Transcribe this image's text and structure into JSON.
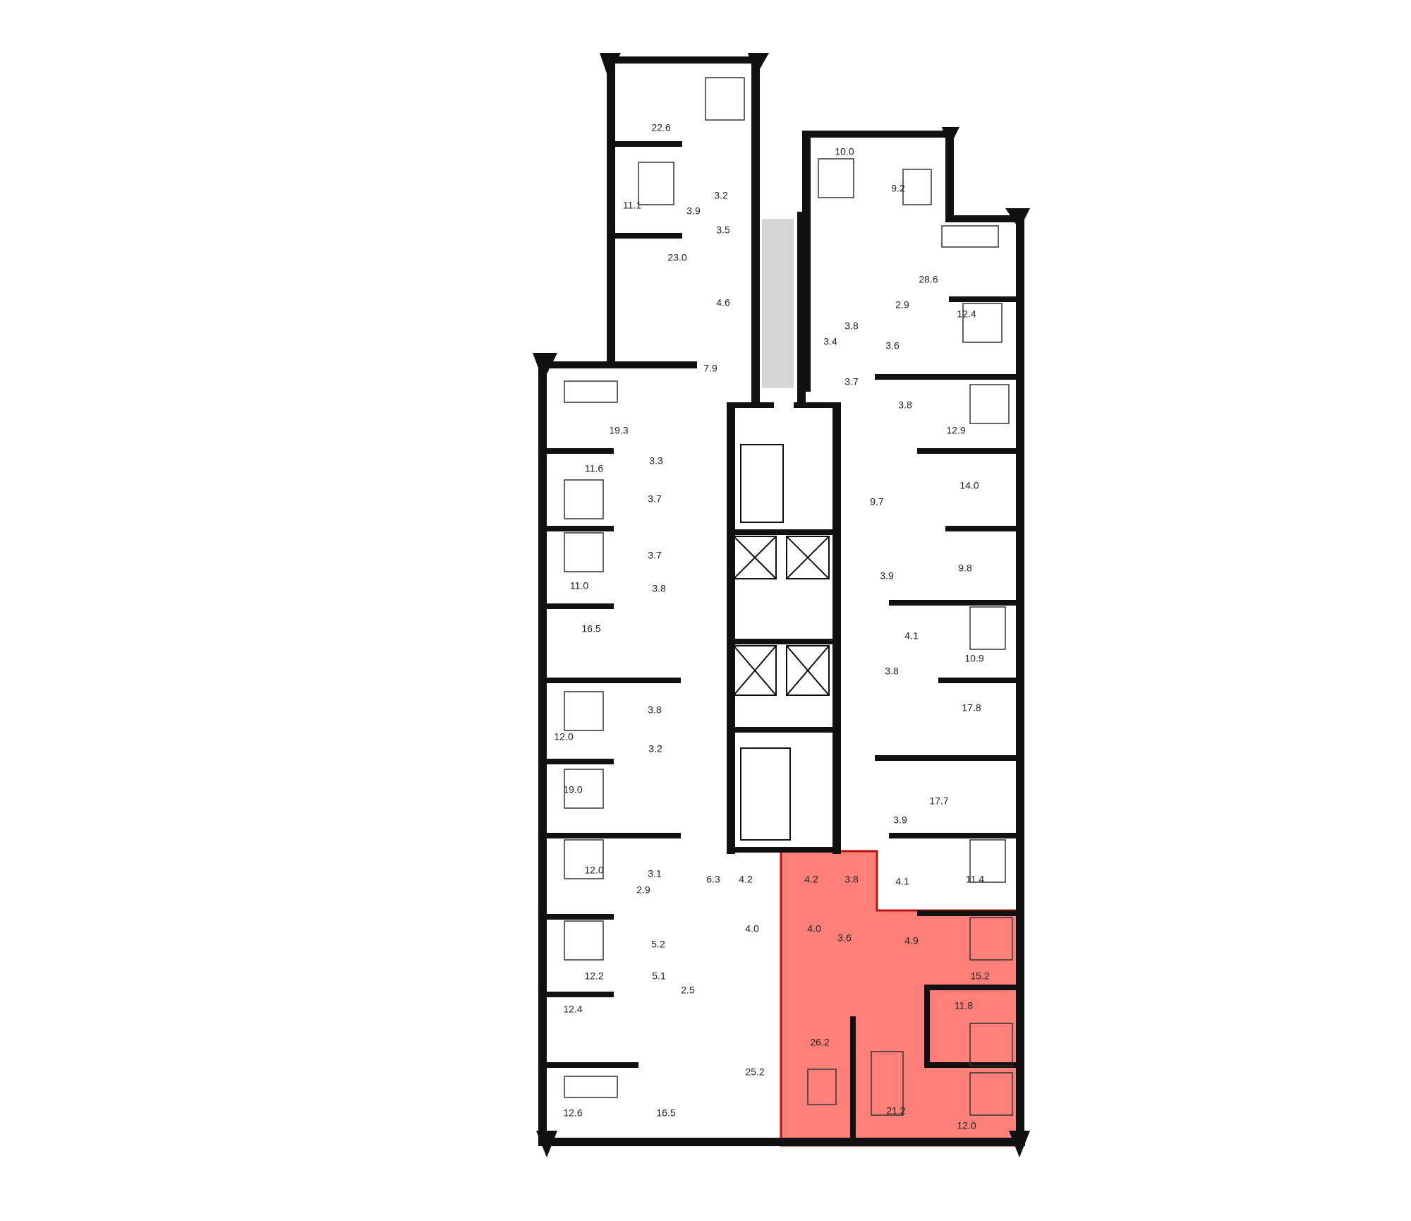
{
  "floor_plan": {
    "highlight_color": "#ff5a52",
    "highlight_border": "#b41414",
    "wall_color": "#111111",
    "selected_apartment": {
      "name": "highlighted-apartment",
      "rooms": [
        "4.2",
        "3.8",
        "4.0",
        "3.6",
        "4.9",
        "15.2",
        "11.8",
        "26.2",
        "21.2",
        "12.0"
      ]
    },
    "room_areas": [
      "22.6",
      "11.1",
      "3.2",
      "3.9",
      "3.5",
      "23.0",
      "4.6",
      "7.9",
      "10.0",
      "9.2",
      "28.6",
      "2.9",
      "12.4",
      "3.8",
      "3.4",
      "3.6",
      "3.7",
      "19.3",
      "3.8",
      "12.9",
      "11.6",
      "3.3",
      "14.0",
      "3.7",
      "9.7",
      "3.7",
      "11.0",
      "3.8",
      "3.9",
      "9.8",
      "16.5",
      "4.1",
      "10.9",
      "3.8",
      "3.8",
      "17.8",
      "12.0",
      "3.2",
      "19.0",
      "17.7",
      "3.9",
      "12.0",
      "3.1",
      "2.9",
      "6.3",
      "4.2",
      "4.2",
      "3.8",
      "4.1",
      "11.4",
      "12.2",
      "5.2",
      "4.0",
      "4.0",
      "3.6",
      "4.9",
      "15.2",
      "5.1",
      "2.5",
      "12.4",
      "11.8",
      "26.2",
      "25.2",
      "21.2",
      "12.6",
      "16.5",
      "12.0"
    ]
  }
}
